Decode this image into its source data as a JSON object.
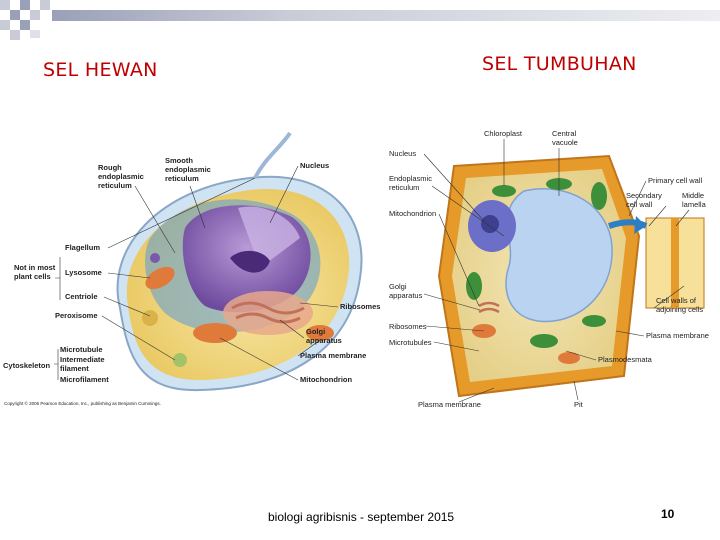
{
  "slide": {
    "title_left": "SEL HEWAN",
    "title_right": "SEL TUMBUHAN",
    "footer": "biologi agribisnis - september 2015",
    "page_number": "10"
  },
  "animal_cell": {
    "labels": {
      "rough_er": [
        "Rough",
        "endoplasmic",
        "reticulum"
      ],
      "smooth_er": [
        "Smooth",
        "endoplasmic",
        "reticulum"
      ],
      "nucleus": "Nucleus",
      "flagellum": "Flagellum",
      "not_in_plant": [
        "Not in most",
        "plant cells"
      ],
      "lysosome": "Lysosome",
      "centriole": "Centriole",
      "peroxisome": "Peroxisome",
      "ribosomes": "Ribosomes",
      "golgi": [
        "Golgi",
        "apparatus"
      ],
      "plasma_membrane": "Plasma membrane",
      "cytoskeleton": "Cytoskeleton",
      "microtubule": "Microtubule",
      "intermediate": [
        "Intermediate",
        "filament"
      ],
      "microfilament": "Microfilament",
      "mitochondrion": "Mitochondrion",
      "copyright": "Copyright © 2006 Pearson Education, Inc., publishing as Benjamin Cummings."
    }
  },
  "plant_cell": {
    "labels": {
      "chloroplast": "Chloroplast",
      "central_vacuole": [
        "Central",
        "vacuole"
      ],
      "nucleus": "Nucleus",
      "er": [
        "Endoplasmic",
        "reticulum"
      ],
      "mitochondrion": "Mitochondrion",
      "primary_wall": "Primary cell wall",
      "secondary_wall": [
        "Secondary",
        "cell wall"
      ],
      "middle_lamella": [
        "Middle",
        "lamella"
      ],
      "golgi": [
        "Golgi",
        "apparatus"
      ],
      "ribosomes": "Ribosomes",
      "microtubules": "Microtubules",
      "cell_walls_adjoining": [
        "Cell walls of",
        "adjoining cells"
      ],
      "plasma_membrane": "Plasma membrane",
      "plasmodesmata": "Plasmodesmata",
      "plasma_membrane_bottom": "Plasma membrane",
      "pit": "Pit"
    }
  },
  "colors": {
    "title": "#c00000",
    "topbar_light": "#c9cbd6",
    "topbar_dark": "#9aa0b8"
  }
}
